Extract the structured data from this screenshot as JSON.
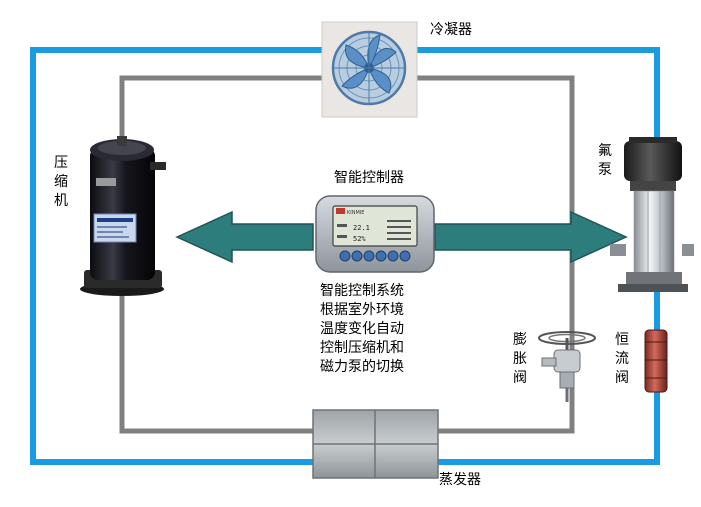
{
  "labels": {
    "condenser": "冷凝器",
    "controller": "智能控制器",
    "compressor": [
      "压",
      "缩",
      "机"
    ],
    "fluorine_pump": [
      "氟",
      "泵"
    ],
    "expansion_valve": [
      "膨",
      "胀",
      "阀"
    ],
    "constant_flow_valve": [
      "恒",
      "流",
      "阀"
    ],
    "evaporator": "蒸发器"
  },
  "description": [
    "智能控制系统",
    "根据室外环境",
    "温度变化自动",
    "控制压缩机和",
    "磁力泵的切换"
  ],
  "controller_display": {
    "brand": "KINMIE",
    "line1": "22.1",
    "line2": "52%"
  },
  "colors": {
    "outer_loop": "#1a9be0",
    "inner_loop": "#808080",
    "arrow_fill": "#2e7d7d",
    "arrow_stroke": "#1f5555"
  }
}
